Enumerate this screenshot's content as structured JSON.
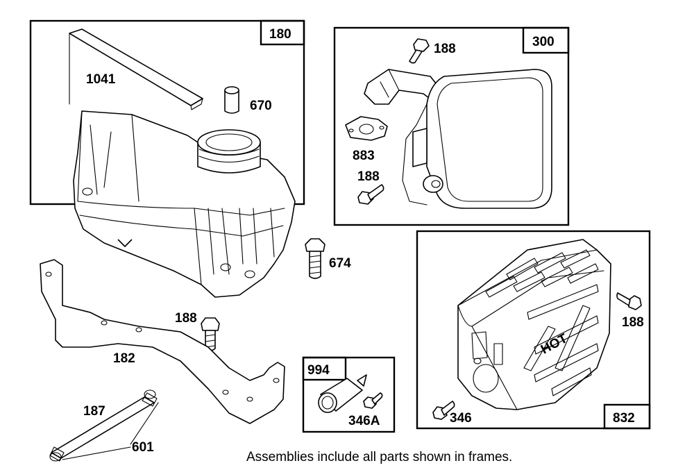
{
  "frames": {
    "f180": "180",
    "f300": "300",
    "f832": "832",
    "f994": "994"
  },
  "parts": {
    "p1041": "1041",
    "p670": "670",
    "p674": "674",
    "p188_bolt_mid": "188",
    "p182": "182",
    "p187": "187",
    "p601": "601",
    "p188_top": "188",
    "p883": "883",
    "p188_muffler": "188",
    "p188_guard": "188",
    "p346": "346",
    "p346A": "346A"
  },
  "guard_text": "HOT",
  "caption": "Assemblies include all parts shown in frames."
}
